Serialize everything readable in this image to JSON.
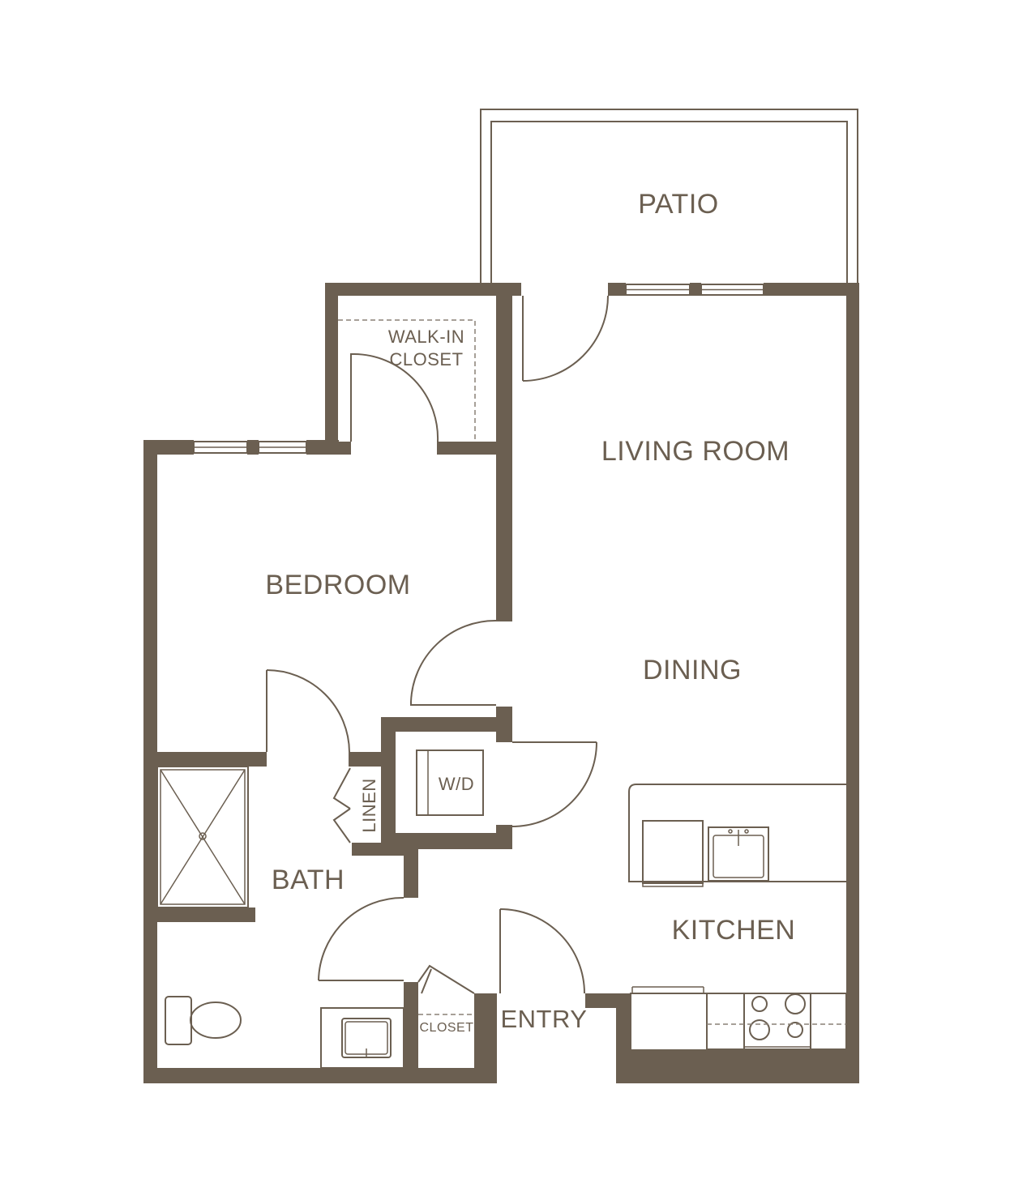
{
  "rooms": {
    "patio": "PATIO",
    "walk_in_closet_line1": "WALK-IN",
    "walk_in_closet_line2": "CLOSET",
    "living_room": "LIVING ROOM",
    "bedroom": "BEDROOM",
    "dining": "DINING",
    "washer_dryer": "W/D",
    "linen": "LINEN",
    "bath": "BATH",
    "kitchen": "KITCHEN",
    "entry": "ENTRY",
    "closet": "CLOSET"
  },
  "colors": {
    "wall": "#6b5f51",
    "background": "#ffffff"
  }
}
